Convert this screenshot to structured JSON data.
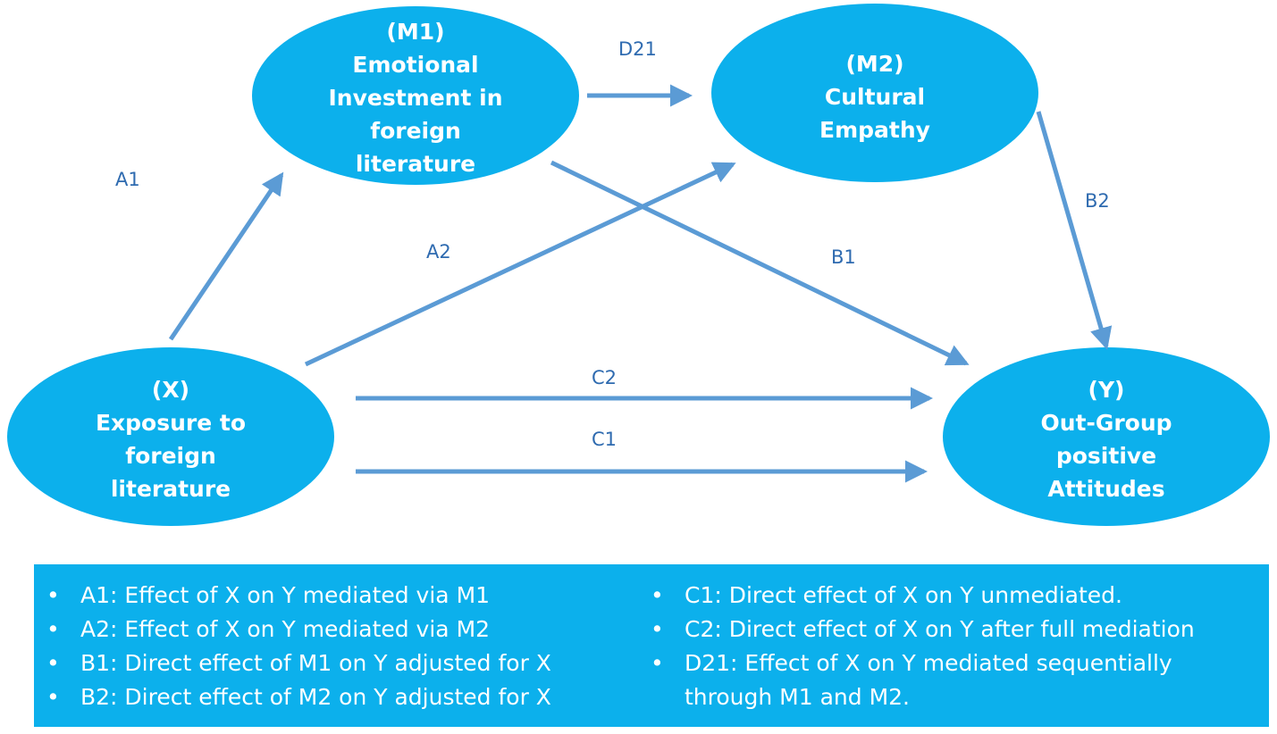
{
  "nodes": {
    "m1": {
      "lines": [
        "(M1)",
        "Emotional",
        "Investment in",
        "foreign",
        "literature"
      ]
    },
    "m2": {
      "lines": [
        "(M2)",
        "Cultural",
        "Empathy"
      ]
    },
    "x": {
      "lines": [
        "(X)",
        "Exposure to",
        "foreign",
        "literature"
      ]
    },
    "y": {
      "lines": [
        "(Y)",
        "Out-Group",
        "positive",
        "Attitudes"
      ]
    }
  },
  "edges": {
    "a1": "A1",
    "a2": "A2",
    "b1": "B1",
    "b2": "B2",
    "c1": "C1",
    "c2": "C2",
    "d21": "D21"
  },
  "legend": {
    "left": [
      "A1: Effect of X on Y mediated via M1",
      "A2: Effect of X on Y mediated via M2",
      "B1: Direct effect of M1 on Y adjusted for X",
      "B2: Direct effect of M2 on Y adjusted for X"
    ],
    "right": [
      "C1: Direct effect of X on Y unmediated.",
      "C2: Direct effect of X on Y after full mediation",
      "D21: Effect of X on Y mediated sequentially",
      "through M1 and M2."
    ]
  },
  "colors": {
    "node_fill": "#0cb0ec",
    "arrow": "#5b9bd5",
    "label_text": "#2f6bb0",
    "legend_fill": "#0cb0ec"
  }
}
